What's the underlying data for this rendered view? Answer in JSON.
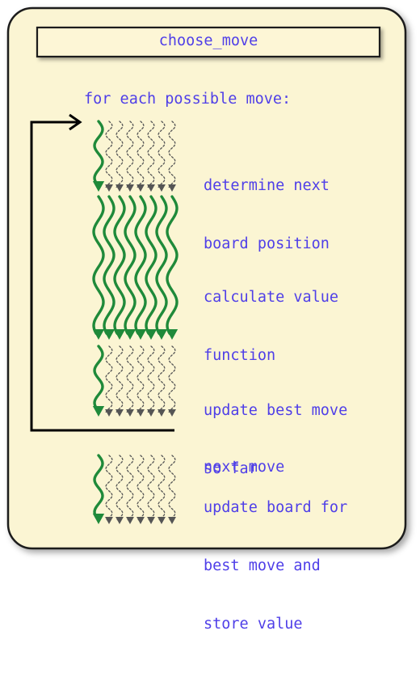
{
  "title": "choose_move",
  "intro": "for each possible move:",
  "steps": [
    {
      "lines": [
        "determine next",
        "board position"
      ],
      "threads": "one"
    },
    {
      "lines": [
        "calculate value",
        "function"
      ],
      "threads": "all"
    },
    {
      "lines": [
        "update best move",
        "so far"
      ],
      "threads": "one"
    },
    {
      "lines": [
        "next move"
      ],
      "threads": "none"
    },
    {
      "lines": [
        "update board for",
        "best move and",
        "store value"
      ],
      "threads": "one"
    }
  ],
  "colors": {
    "background": "#fbf5d3",
    "panel_border": "#1a1a1a",
    "title_fill": "#fdf6d6",
    "text": "#4f3fe8",
    "active_thread": "#1f8a3a",
    "idle_thread": "#555555",
    "loop_arrow": "#000000"
  }
}
